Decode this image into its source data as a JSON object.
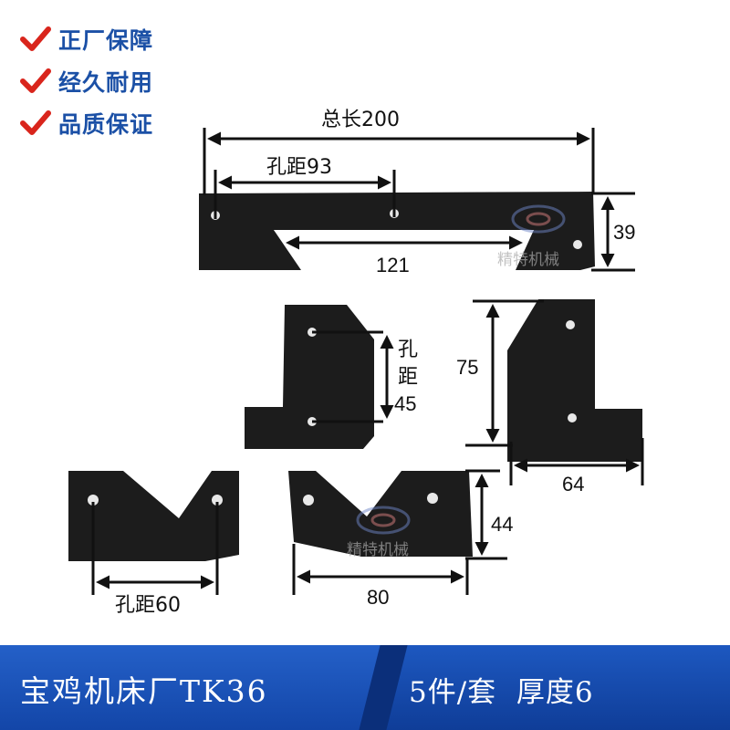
{
  "features": [
    {
      "icon": "checkmark-icon",
      "text": "正厂保障"
    },
    {
      "icon": "checkmark-icon",
      "text": "经久耐用"
    },
    {
      "icon": "checkmark-icon",
      "text": "品质保证"
    }
  ],
  "dimensions": {
    "total_length": "总长200",
    "hole_spacing_top": "孔距93",
    "slot_length": "121",
    "height_top": "39",
    "hole_spacing_mid_1": "孔",
    "hole_spacing_mid_2": "距",
    "hole_spacing_mid_3": "45",
    "height_mid": "75",
    "width_mid": "64",
    "hole_spacing_bottom": "孔距60",
    "width_bottom": "80",
    "height_bottom": "44"
  },
  "watermarks": [
    "精特机械",
    "精特机械"
  ],
  "banner": {
    "left_text": "宝鸡机床厂TK36",
    "right_text": "5件/套  厚度6"
  },
  "colors": {
    "accent_blue": "#1b50a6",
    "check_red": "#d9251c",
    "banner_blue": "#1a52b8"
  }
}
